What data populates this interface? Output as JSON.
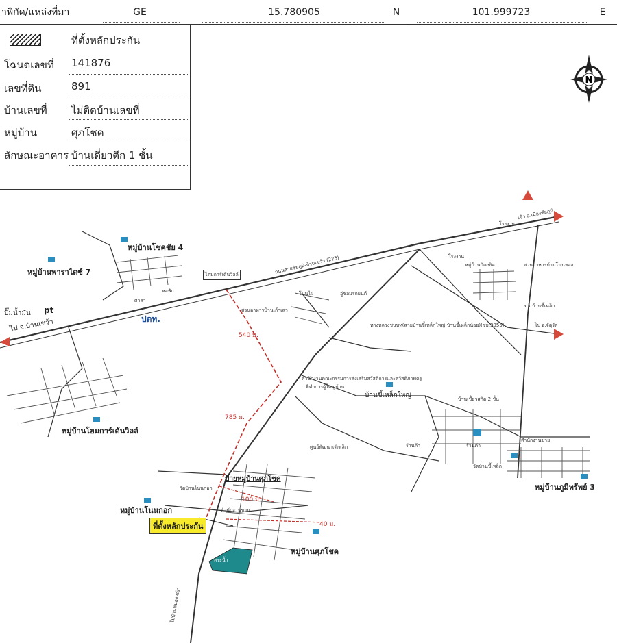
{
  "header": {
    "label": "าพิกัด/แหล่งที่มา",
    "source": "GE",
    "lat_value": "15.780905",
    "lat_unit": "N",
    "lon_value": "101.999723",
    "lon_unit": "E"
  },
  "legend": {
    "label": "ที่ตั้งหลักประกัน"
  },
  "info": [
    {
      "label": "โฉนดเลขที่",
      "value": "141876"
    },
    {
      "label": "เลขที่ดิน",
      "value": "891"
    },
    {
      "label": "บ้านเลขที่",
      "value": "ไม่ติดบ้านเลขที่"
    },
    {
      "label": "หมู่บ้าน",
      "value": "ศุภโชค"
    },
    {
      "label": "ลักษณะอาคาร",
      "value": "บ้านเดี่ยวตึก 1 ชั้น"
    }
  ],
  "compass": {
    "letter": "N"
  },
  "map": {
    "villages": {
      "chokchai4": "หมู่บ้านโชคชัย 4",
      "paradise7": "หมู่บ้านพาราไดซ์ 7",
      "homegarden": "หมู่บ้านโฮมการ์เด้นวิลล์",
      "nonkok": "หมู่บ้านโนนกอก",
      "suppachok": "หมู่บ้านศุภโชค",
      "phumiphat3": "หมู่บ้านภูมิทรัพย์ 3",
      "banphi": "บ้านขี้เหล็กใหญ่"
    },
    "roads": {
      "main": "ถนนสายชัยภูมิ-บ้านเขว้า (225)",
      "secondary": "ทางหลวงชนบท(สายบ้านขี้เหล็กใหญ่-บ้านขี้เหล็กน้อย)(ชย.3055)",
      "to_banchuae": "ไป อ.บ้านเขว้า",
      "to_city": "เข้า อ.เมืองชัยภูมิ",
      "to_jatturat": "ไป อ.จัตุรัส",
      "to_khok": "ไปบ้านหนองหญ้า"
    },
    "places": {
      "gas_station": "ปั๊มน้ำมัน",
      "pt_brand": "pt",
      "ptt_brand": "ปตท.",
      "sala": "ศาลา",
      "sala2": "หอพัก",
      "kaset": "ไดมการ์เด้นวิลล์",
      "sanam": "สวนอาหารบ้านเก้าเลว",
      "office": "สำนักงานคณะกรรมการส่งเสริมสวัสดิการและสวัสดิภาพครู",
      "school": "ที่ทำการผู้ใหญ่บ้าน",
      "wat_nonkok": "วัดบ้านโนนกอก",
      "sign": "ป้ายหมู่บ้านศุภโชค",
      "sales_office": "สำนักงานขาย",
      "sales_office2": "สำนักงานขาย",
      "pond": "สระน้ำ",
      "childcare": "ศูนย์พัฒนาเด็กเล็ก",
      "wat_banphi": "วัดบ้านขี้เหล็ก",
      "shop": "ร้านค้า",
      "shop2": "ร้านค้า",
      "factory": "โรงงาน",
      "factory2": "โรงงาน",
      "village_lane": "หมู่บ้านบัณฑิต",
      "nonpai": "โนนไผ่",
      "school2": "ร.ร.บ้านขี้เหล็ก",
      "mab": "สวนอาหารบ้านโนนทอง",
      "dorm": "อู่ซ่อมรถยนต์",
      "dist_village": "บ้านเขี้ยวสกัด 2 ชั้น"
    },
    "distances": {
      "d540": "540 ม.",
      "d785": "785 ม.",
      "d100": "100 ม.",
      "d40": "40 ม."
    },
    "pin_label": "ที่ตั้งหลักประกัน"
  },
  "colors": {
    "road": "#333333",
    "route": "#c0302a",
    "pin": "#f6ea2a",
    "pond": "#1f8a8c",
    "arrow": "#d64a3c"
  }
}
